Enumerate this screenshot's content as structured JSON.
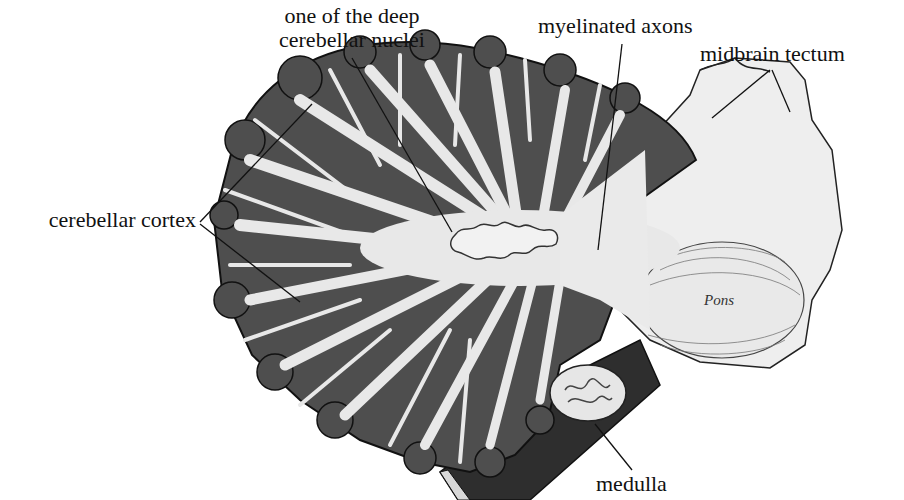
{
  "diagram": {
    "labels": [
      "one of the deep cerebellar nuclei",
      "myelinated axons",
      "midbrain tectum",
      "cerebellar cortex",
      "Pons",
      "medulla"
    ]
  }
}
